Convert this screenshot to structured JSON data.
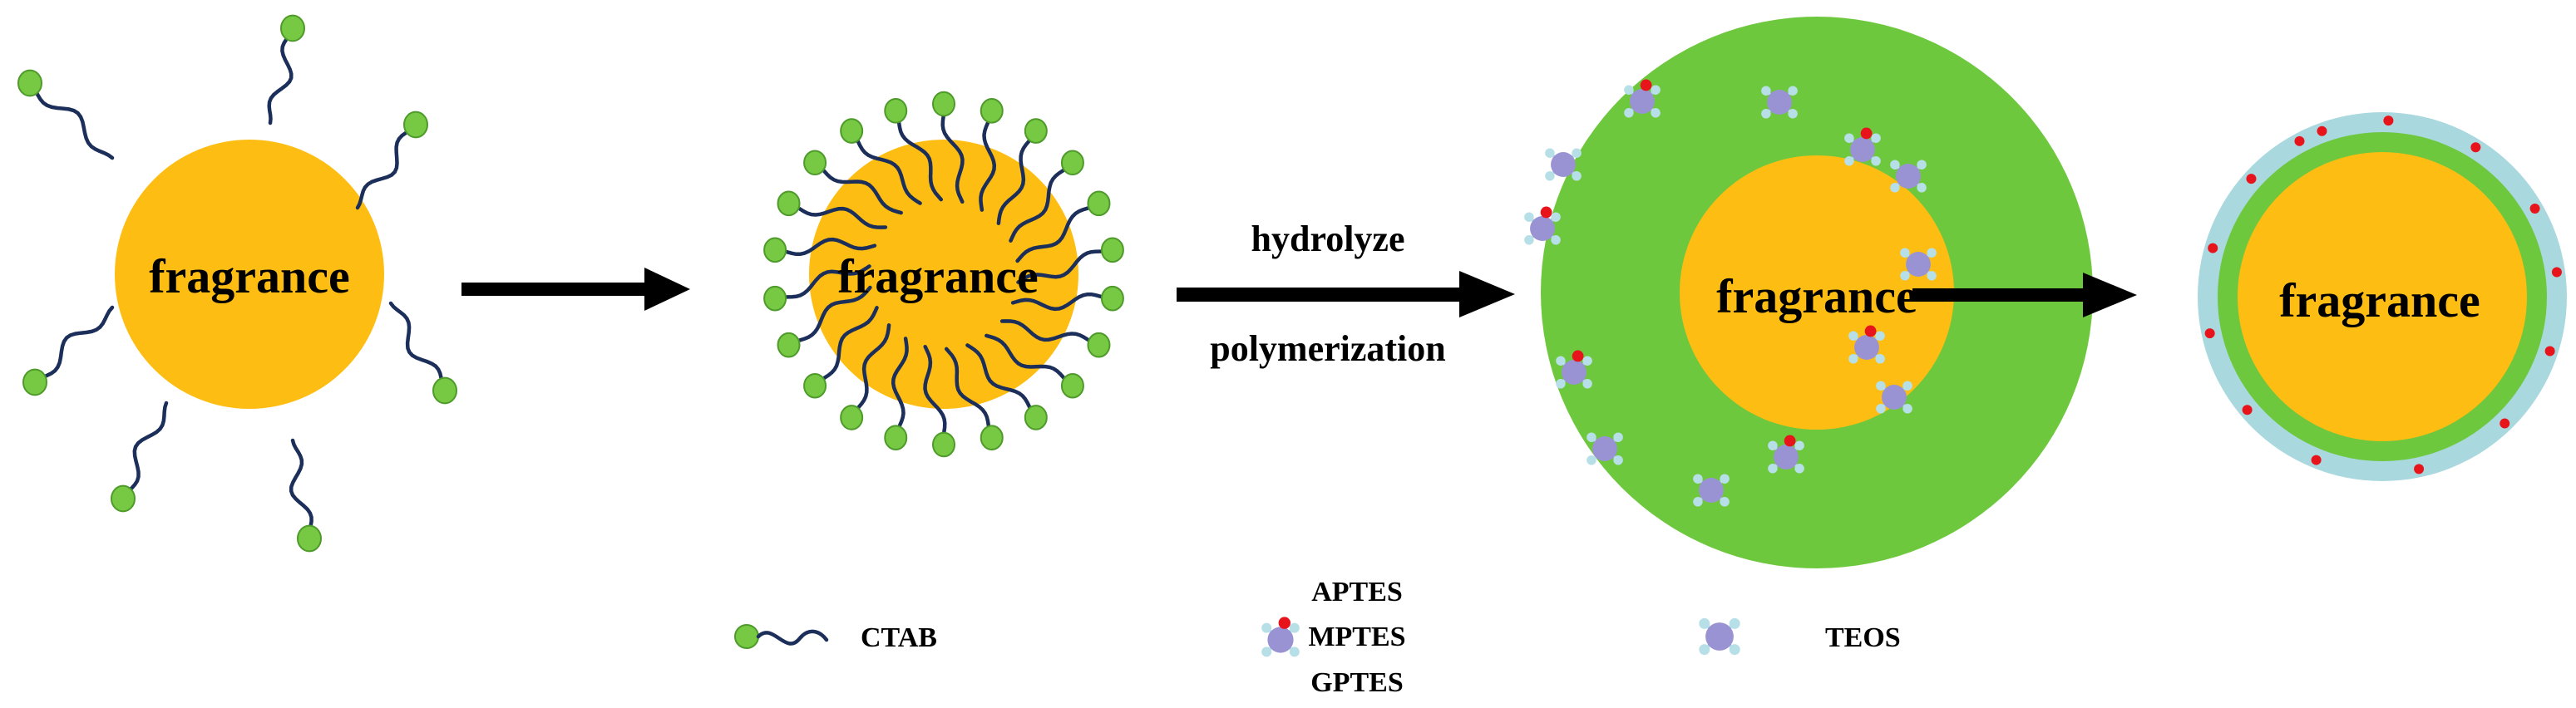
{
  "core_label": "fragrance",
  "steps": {
    "label_top": "hydrolyze",
    "label_bottom": "polymerization"
  },
  "legend": {
    "ctab": "CTAB",
    "silanes_functional": [
      "APTES",
      "MPTES",
      "GPTES"
    ],
    "teos": "TEOS"
  },
  "colors": {
    "core": "#fdbd12",
    "head": "#77c943",
    "head_edge": "#4e9a2b",
    "tail": "#1c2f5a",
    "silica_shell": "#6ec83e",
    "outer_shell": "#a9d8de",
    "teos_body": "#9a93d3",
    "teos_arm": "#b7dfe7",
    "functional_dot": "#e8141c",
    "arrow": "#000000"
  }
}
